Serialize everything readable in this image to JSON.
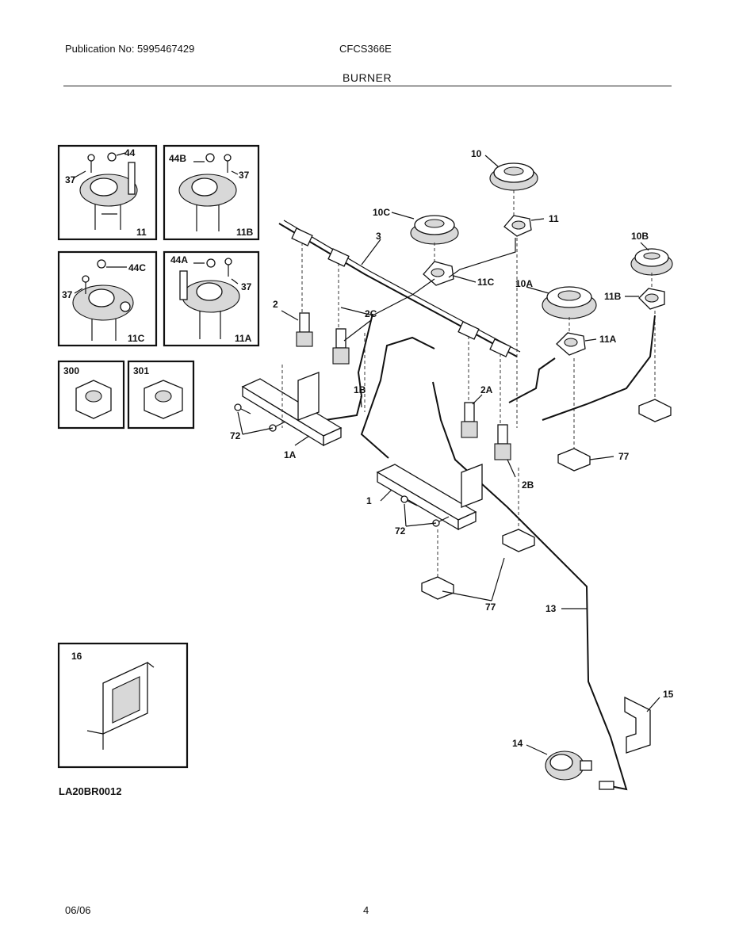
{
  "header": {
    "publication": "Publication No: 5995467429",
    "model": "CFCS366E",
    "section": "BURNER"
  },
  "footer": {
    "diagram_code": "LA20BR0012",
    "date": "06/06",
    "page_number": "4"
  },
  "inset_labels": {
    "box_11": [
      "37",
      "44",
      "11"
    ],
    "box_11b": [
      "44B",
      "37",
      "11B"
    ],
    "box_11c": [
      "44C",
      "37",
      "11C"
    ],
    "box_11a": [
      "44A",
      "37",
      "11A"
    ],
    "box_300": "300",
    "box_301": "301",
    "box_16": "16"
  },
  "callouts": {
    "c10": "10",
    "c10c": "10C",
    "c3": "3",
    "c11": "11",
    "c10b": "10B",
    "c11c": "11C",
    "c10a": "10A",
    "c11b": "11B",
    "c2": "2",
    "c2c": "2C",
    "c11a": "11A",
    "c1b": "1B",
    "c2a": "2A",
    "c72a": "72",
    "c1a": "1A",
    "c77a": "77",
    "c2b": "2B",
    "c1": "1",
    "c72b": "72",
    "c77b": "77",
    "c13": "13",
    "c15": "15",
    "c14": "14"
  }
}
